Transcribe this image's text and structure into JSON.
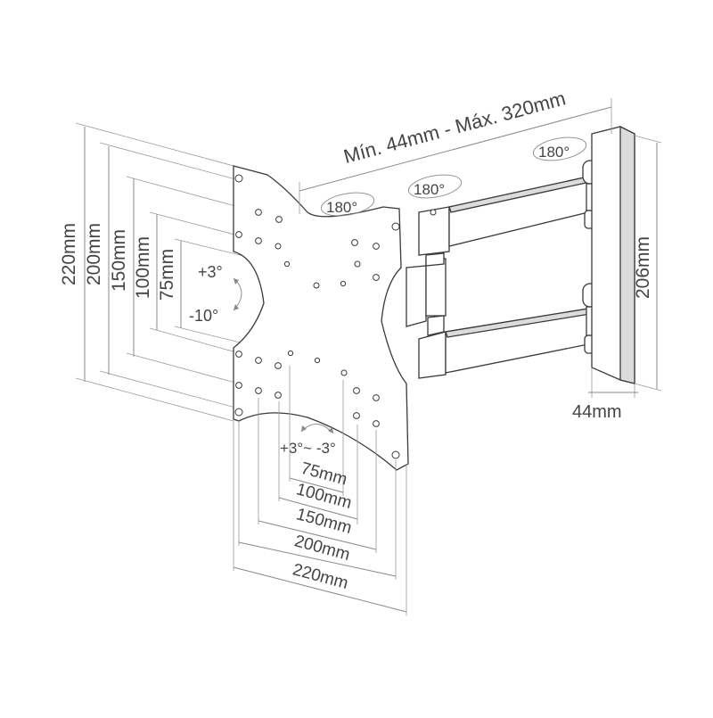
{
  "diagram": {
    "reach_label": "Mín. 44mm - Máx. 320mm",
    "swivel_labels": [
      "180°",
      "180°",
      "180°"
    ],
    "tilt_up": "+3°",
    "tilt_down": "-10°",
    "rotation": "+3°~ -3°",
    "vertical_dims": [
      "220mm",
      "200mm",
      "150mm",
      "100mm",
      "75mm"
    ],
    "horizontal_dims": [
      "75mm",
      "100mm",
      "150mm",
      "200mm",
      "220mm"
    ],
    "wall_plate_height": "206mm",
    "wall_plate_depth": "44mm",
    "colors": {
      "line": "#3a3a3a",
      "dimension": "#8a8a8a",
      "text": "#444444"
    }
  }
}
